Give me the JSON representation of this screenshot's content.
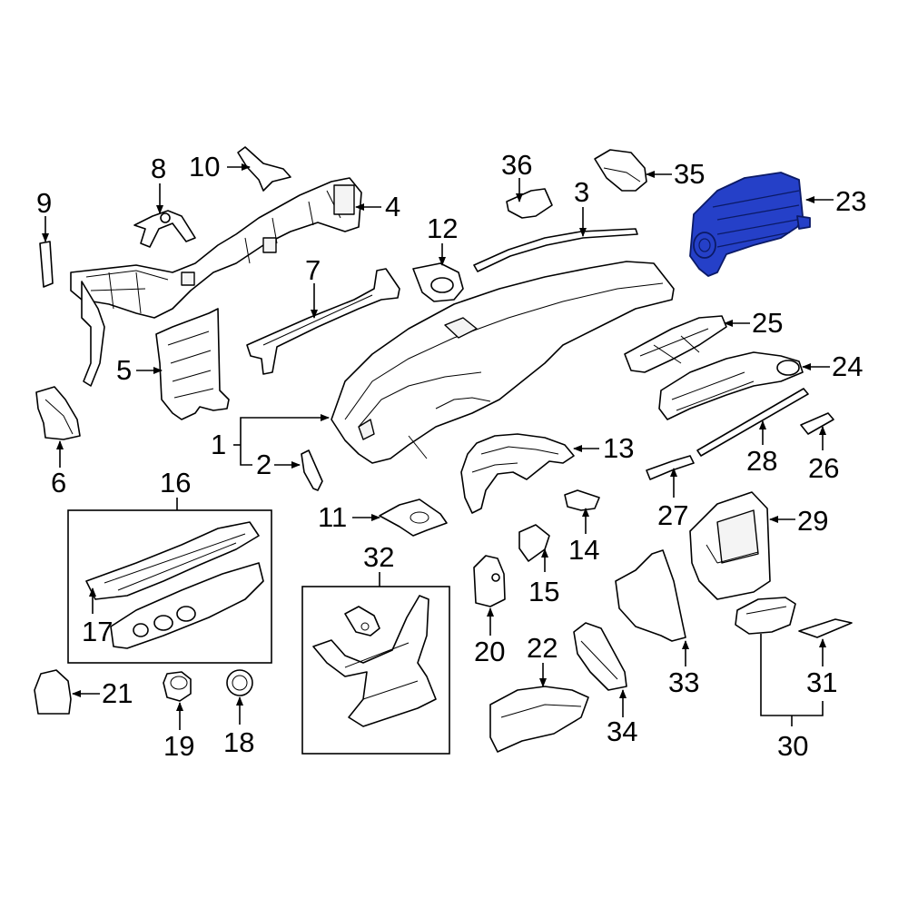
{
  "callouts": {
    "c1": "1",
    "c2": "2",
    "c3": "3",
    "c4": "4",
    "c5": "5",
    "c6": "6",
    "c7": "7",
    "c8": "8",
    "c9": "9",
    "c10": "10",
    "c11": "11",
    "c12": "12",
    "c13": "13",
    "c14": "14",
    "c15": "15",
    "c16": "16",
    "c17": "17",
    "c18": "18",
    "c19": "19",
    "c20": "20",
    "c21": "21",
    "c22": "22",
    "c23": "23",
    "c24": "24",
    "c25": "25",
    "c26": "26",
    "c27": "27",
    "c28": "28",
    "c29": "29",
    "c30": "30",
    "c31": "31",
    "c32": "32",
    "c33": "33",
    "c34": "34",
    "c35": "35",
    "c36": "36"
  },
  "highlighted_part": "23",
  "colors": {
    "highlight": "#2540c8",
    "line": "#000000",
    "background": "#ffffff"
  }
}
